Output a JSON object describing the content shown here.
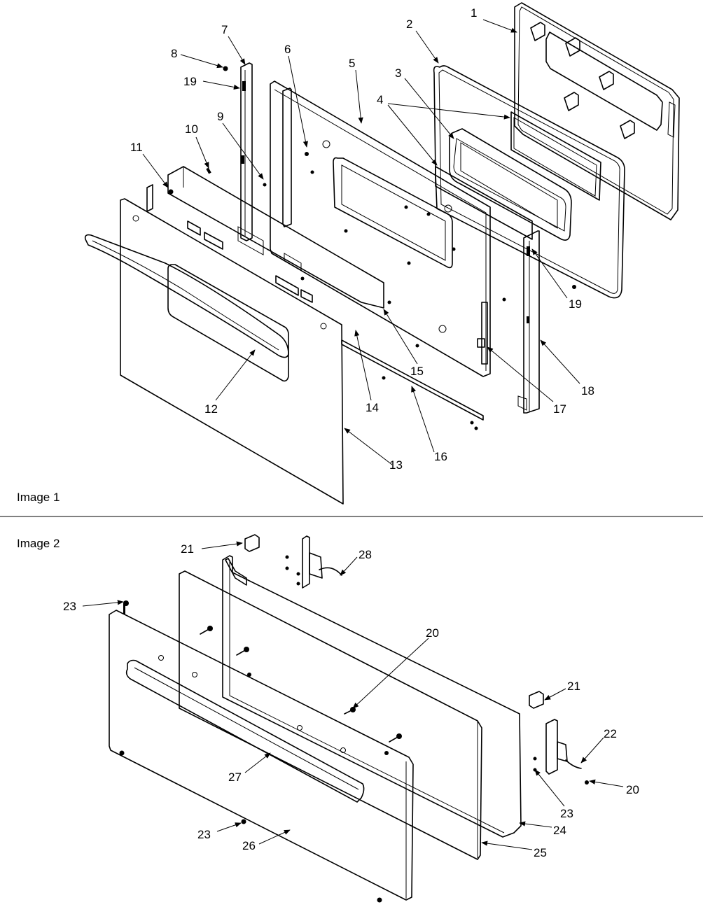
{
  "sections": {
    "image1_label": "Image 1",
    "image2_label": "Image 2"
  },
  "callouts": {
    "c1": "1",
    "c2": "2",
    "c3": "3",
    "c4": "4",
    "c5": "5",
    "c6": "6",
    "c7": "7",
    "c8": "8",
    "c9": "9",
    "c10": "10",
    "c11": "11",
    "c12": "12",
    "c13": "13",
    "c14": "14",
    "c15": "15",
    "c16": "16",
    "c17": "17",
    "c18": "18",
    "c19a": "19",
    "c19b": "19",
    "c20a": "20",
    "c20b": "20",
    "c21a": "21",
    "c21b": "21",
    "c22": "22",
    "c23a": "23",
    "c23b": "23",
    "c23c": "23",
    "c24": "24",
    "c25": "25",
    "c26": "26",
    "c27": "27",
    "c28": "28"
  }
}
